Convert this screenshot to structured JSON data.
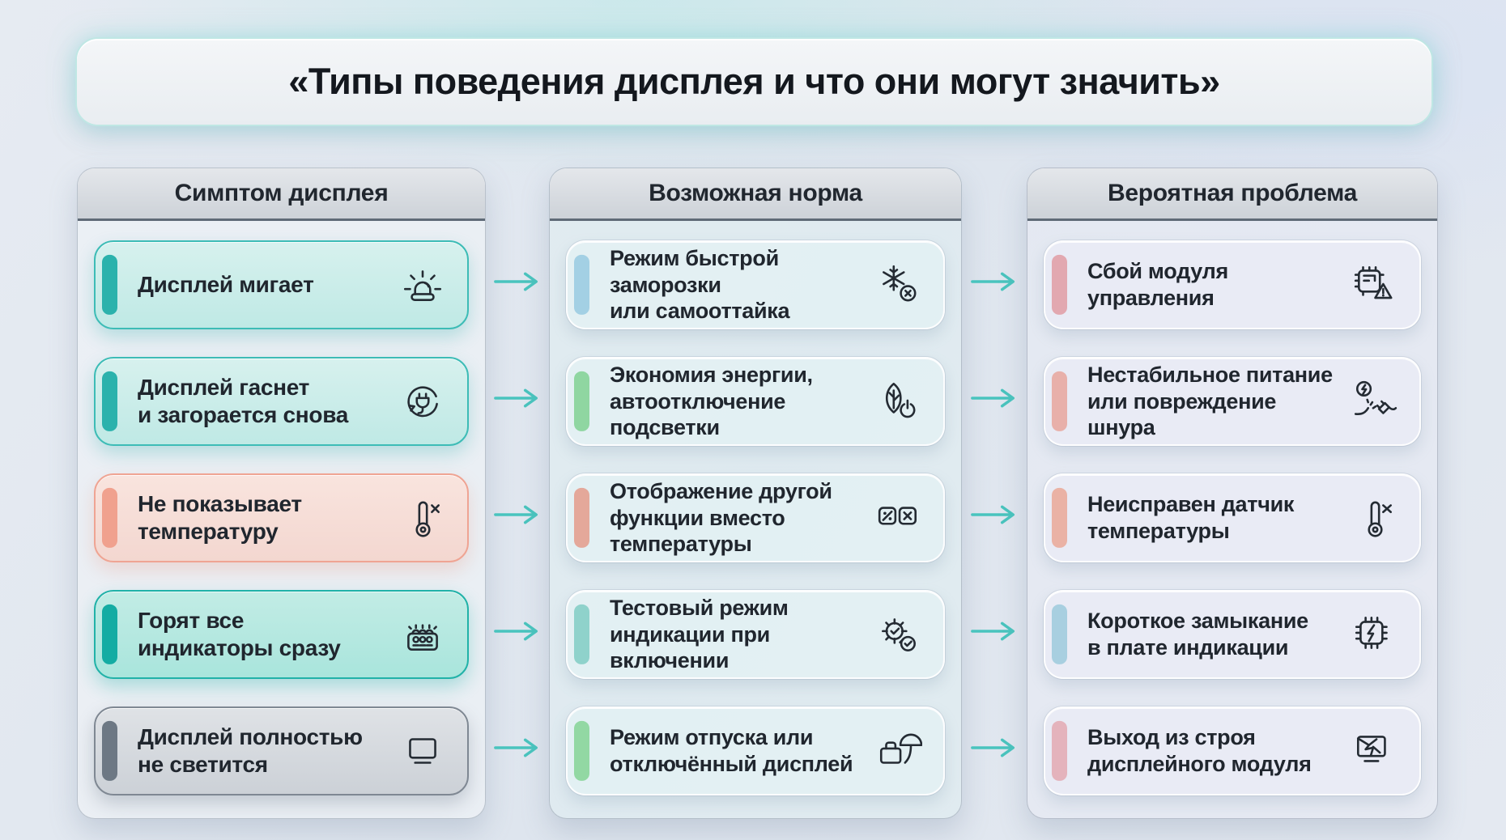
{
  "title": "«Типы поведения дисплея и что они могут значить»",
  "columns": [
    {
      "header": "Симптом дисплея",
      "cards": [
        {
          "lines": [
            "Дисплей мигает"
          ],
          "icon": "siren-icon",
          "accent": "#2bb2ac"
        },
        {
          "lines": [
            "Дисплей гаснет",
            "и загорается снова"
          ],
          "icon": "power-cycle-icon",
          "accent": "#2bb2ac"
        },
        {
          "lines": [
            "Не показывает",
            "температуру"
          ],
          "icon": "thermometer-x-icon",
          "accent": "#f0a18e"
        },
        {
          "lines": [
            "Горят все",
            "индикаторы сразу"
          ],
          "icon": "indicators-icon",
          "accent": "#14aca3"
        },
        {
          "lines": [
            "Дисплей полностью",
            "не светится"
          ],
          "icon": "display-icon",
          "accent": "#6d7884"
        }
      ]
    },
    {
      "header": "Возможная норма",
      "cards": [
        {
          "lines": [
            "Режим быстрой заморозки",
            "или самооттайка"
          ],
          "icon": "frost-icon",
          "accent": "#a3d0e4"
        },
        {
          "lines": [
            "Экономия энергии,",
            "автоотключение подсветки"
          ],
          "icon": "eco-icon",
          "accent": "#8fd6a1"
        },
        {
          "lines": [
            "Отображение другой",
            "функции вместо температуры"
          ],
          "icon": "function-display-icon",
          "accent": "#e4a89a"
        },
        {
          "lines": [
            "Тестовый режим",
            "индикации при включении"
          ],
          "icon": "test-mode-icon",
          "accent": "#8fd2cb"
        },
        {
          "lines": [
            "Режим отпуска или",
            "отключённый дисплей"
          ],
          "icon": "vacation-icon",
          "accent": "#92d8a3"
        }
      ]
    },
    {
      "header": "Вероятная проблема",
      "cards": [
        {
          "lines": [
            "Сбой модуля управления"
          ],
          "icon": "control-module-icon",
          "accent": "#e2a8b0"
        },
        {
          "lines": [
            "Нестабильное питание",
            "или повреждение шнура"
          ],
          "icon": "power-cord-icon",
          "accent": "#e8b0aa"
        },
        {
          "lines": [
            "Неисправен датчик",
            "температуры"
          ],
          "icon": "temp-sensor-icon",
          "accent": "#eab2a5"
        },
        {
          "lines": [
            "Короткое замыкание",
            "в плате индикации"
          ],
          "icon": "short-circuit-icon",
          "accent": "#a8cfe0"
        },
        {
          "lines": [
            "Выход из строя",
            "дисплейного модуля"
          ],
          "icon": "broken-display-icon",
          "accent": "#e4b3bc"
        }
      ]
    }
  ],
  "colors": {
    "page_background": "#e2e8f0",
    "teal_accent": "#2bb2ac",
    "strong_teal_accent": "#14aca3",
    "salmon_accent": "#f0a18e",
    "gray_accent": "#6d7884",
    "arrow": "#49c4be",
    "title_glow": "#bfe7e4",
    "header_background": "#cdd2d8",
    "text": "#20262e"
  }
}
